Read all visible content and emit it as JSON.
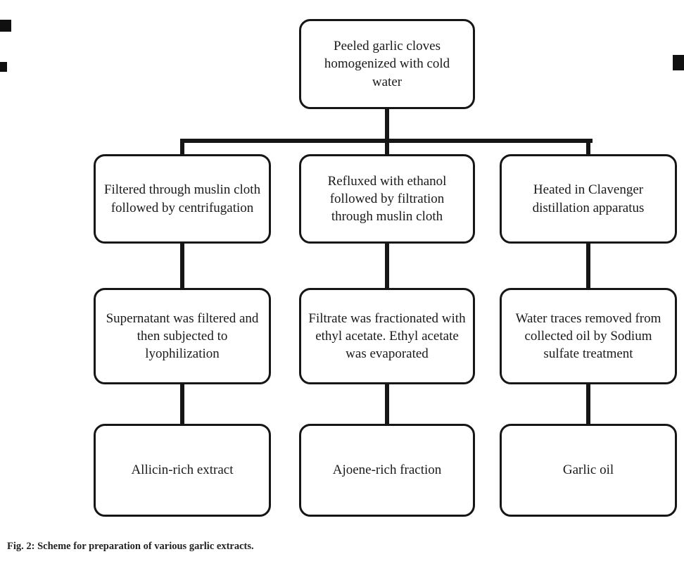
{
  "figure": {
    "caption": "Fig. 2: Scheme for preparation of various garlic extracts."
  },
  "flowchart": {
    "root": {
      "label": "Peeled garlic cloves homogenized with cold water"
    },
    "columns": [
      {
        "step1": "Filtered through muslin cloth followed by centrifugation",
        "step2": "Supernatant was filtered and then subjected to lyophilization",
        "result": "Allicin-rich extract"
      },
      {
        "step1": "Refluxed with ethanol followed by filtration through muslin cloth",
        "step2": "Filtrate was fractionated with ethyl acetate. Ethyl acetate was evaporated",
        "result": "Ajoene-rich fraction"
      },
      {
        "step1": "Heated in Clavenger distillation apparatus",
        "step2": "Water traces removed from collected oil by Sodium sulfate treatment",
        "result": "Garlic oil"
      }
    ]
  }
}
